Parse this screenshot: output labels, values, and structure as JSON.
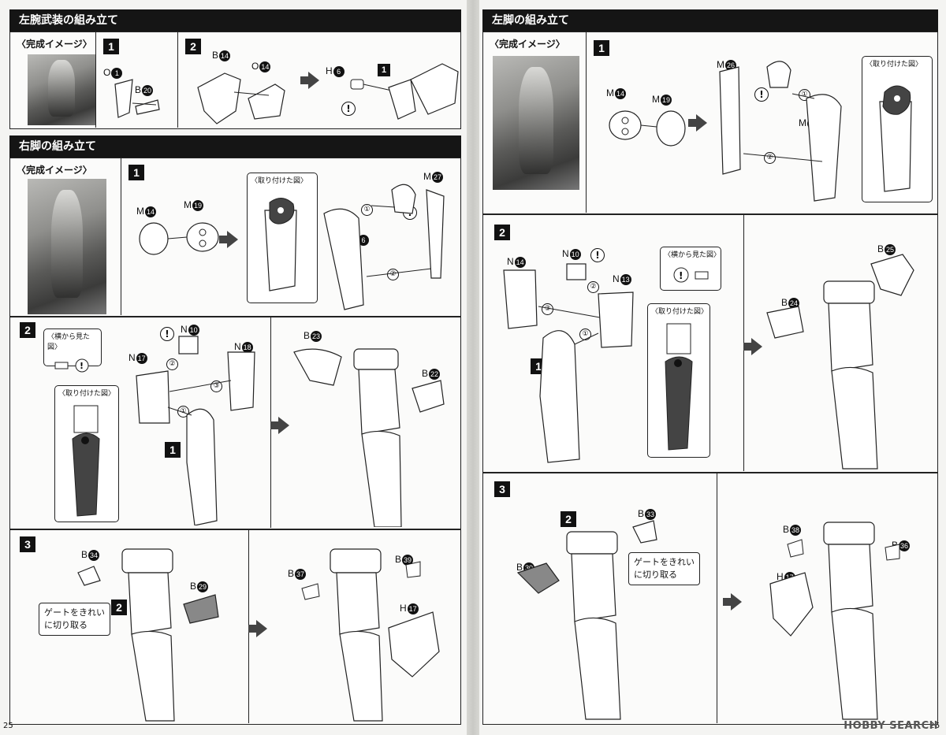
{
  "pages": {
    "left_number": "25",
    "right_number": "26"
  },
  "left": {
    "section1_title": "左腕武装の組み立て",
    "section2_title": "右脚の組み立て",
    "kansei": "〈完成イメージ〉",
    "s1": {
      "step1": "1",
      "step2": "2",
      "p1_a": "O",
      "p1_a_n": "1",
      "p1_b": "B",
      "p1_b_n": "20",
      "p2_a": "B",
      "p2_a_n": "14",
      "p2_b": "O",
      "p2_b_n": "14",
      "p3_a": "H",
      "p3_a_n": "6",
      "p3_ref": "1"
    },
    "s2": {
      "step1": "1",
      "step2": "2",
      "step3": "3",
      "st1_m14": "M",
      "st1_m14_n": "14",
      "st1_m19": "M",
      "st1_m19_n": "19",
      "st1_attached": "〈取り付けた図〉",
      "st1_m27": "M",
      "st1_m27_n": "27",
      "st1_m6": "M",
      "st1_m6_n": "6",
      "c1": "①",
      "c2": "②",
      "c3": "③",
      "st2_side": "〈横から見た図〉",
      "st2_attached": "〈取り付けた図〉",
      "st2_n10": "N",
      "st2_n10_n": "10",
      "st2_n17": "N",
      "st2_n17_n": "17",
      "st2_n18": "N",
      "st2_n18_n": "18",
      "st2_ref": "1",
      "st2_b23": "B",
      "st2_b23_n": "23",
      "st2_b22": "B",
      "st2_b22_n": "22",
      "st3_b34": "B",
      "st3_b34_n": "34",
      "st3_b29": "B",
      "st3_b29_n": "29",
      "st3_ref": "2",
      "st3_note_l1": "ゲートをきれい",
      "st3_note_l2": "に切り取る",
      "st3_b39": "B",
      "st3_b39_n": "39",
      "st3_b37": "B",
      "st3_b37_n": "37",
      "st3_h17": "H",
      "st3_h17_n": "17"
    }
  },
  "right": {
    "section_title": "左脚の組み立て",
    "kansei": "〈完成イメージ〉",
    "step1": "1",
    "step2": "2",
    "step3": "3",
    "st1_m14": "M",
    "st1_m14_n": "14",
    "st1_m19": "M",
    "st1_m19_n": "19",
    "st1_m26": "M",
    "st1_m26_n": "26",
    "st1_m5": "M",
    "st1_m5_n": "5",
    "st1_attached": "〈取り付けた図〉",
    "c1": "①",
    "c2": "②",
    "c3": "③",
    "st2_n14": "N",
    "st2_n14_n": "14",
    "st2_n10": "N",
    "st2_n10_n": "10",
    "st2_n13": "N",
    "st2_n13_n": "13",
    "st2_side": "〈横から見た図〉",
    "st2_attached": "〈取り付けた図〉",
    "st2_ref": "1",
    "st2_b25": "B",
    "st2_b25_n": "25",
    "st2_b24": "B",
    "st2_b24_n": "24",
    "st3_ref": "2",
    "st3_b33": "B",
    "st3_b33_n": "33",
    "st3_b30": "B",
    "st3_b30_n": "30",
    "st3_note_l1": "ゲートをきれい",
    "st3_note_l2": "に切り取る",
    "st3_b38": "B",
    "st3_b38_n": "38",
    "st3_b36": "B",
    "st3_b36_n": "36",
    "st3_h17": "H",
    "st3_h17_n": "17"
  },
  "warn_symbol": "!",
  "watermark": "HOBBY SEARCH"
}
